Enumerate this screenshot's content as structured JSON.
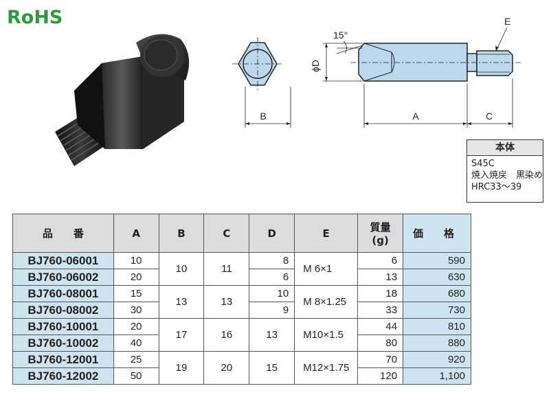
{
  "logo": {
    "text": "RoHS",
    "color": "#2e9a3c"
  },
  "drawing": {
    "angle_label": "15°",
    "dim_labels": {
      "B": "B",
      "D": "ϕD",
      "A": "A",
      "C": "C",
      "E": "E"
    }
  },
  "material": {
    "title": "本体",
    "lines": [
      "S45C",
      "焼入焼戻　黒染め",
      "HRC33～39"
    ]
  },
  "table": {
    "headers": {
      "part": "品　　番",
      "A": "A",
      "B": "B",
      "C": "C",
      "D": "D",
      "E": "E",
      "mass": "質量",
      "mass_unit": "(g)",
      "price": "価　　格"
    },
    "rows": [
      {
        "part": "BJ760-06001",
        "A": "10",
        "D": "8",
        "mass": "6",
        "price": "590"
      },
      {
        "part": "BJ760-06002",
        "A": "20",
        "D": "6",
        "mass": "13",
        "price": "630"
      },
      {
        "part": "BJ760-08001",
        "A": "15",
        "D": "10",
        "mass": "18",
        "price": "680"
      },
      {
        "part": "BJ760-08002",
        "A": "30",
        "D": "9",
        "mass": "33",
        "price": "730"
      },
      {
        "part": "BJ760-10001",
        "A": "20",
        "mass": "44",
        "price": "810"
      },
      {
        "part": "BJ760-10002",
        "A": "40",
        "mass": "80",
        "price": "880"
      },
      {
        "part": "BJ760-12001",
        "A": "25",
        "mass": "70",
        "price": "920"
      },
      {
        "part": "BJ760-12002",
        "A": "50",
        "mass": "120",
        "price": "1,100"
      }
    ],
    "groups": [
      {
        "B": "10",
        "C": "11",
        "E": "M 6×1"
      },
      {
        "B": "13",
        "C": "13",
        "E": "M 8×1.25"
      },
      {
        "B": "17",
        "C": "16",
        "D": "13",
        "E": "M10×1.5"
      },
      {
        "B": "19",
        "C": "20",
        "D": "15",
        "E": "M12×1.75"
      }
    ],
    "colors": {
      "part_bg": "#cfe4f1",
      "header_bg": "#dcdcdc"
    }
  }
}
